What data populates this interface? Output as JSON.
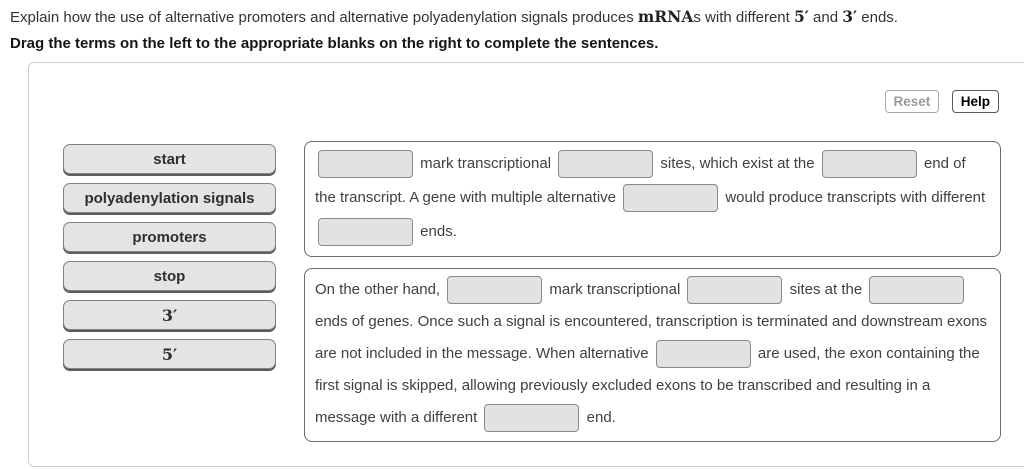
{
  "question": {
    "segments": [
      {
        "text": "Explain how the use of alternative promoters and alternative polyadenylation signals produces ",
        "serif": false
      },
      {
        "text": "mRNA",
        "serif": true
      },
      {
        "text": "s with different ",
        "serif": false
      },
      {
        "text": "5′",
        "serif": true
      },
      {
        "text": " and ",
        "serif": false
      },
      {
        "text": "3′",
        "serif": true
      },
      {
        "text": " ends.",
        "serif": false
      }
    ]
  },
  "drag_instruction": "Drag the terms on the left to the appropriate blanks on the right to complete the sentences.",
  "toolbar": {
    "reset_label": "Reset",
    "reset_disabled": true,
    "help_label": "Help"
  },
  "term_bank": [
    {
      "label": "start",
      "serif": false
    },
    {
      "label": "polyadenylation signals",
      "serif": false
    },
    {
      "label": "promoters",
      "serif": false
    },
    {
      "label": "stop",
      "serif": false
    },
    {
      "label": "3′",
      "serif": true
    },
    {
      "label": "5′",
      "serif": true
    }
  ],
  "sentences": [
    {
      "segments": [
        {
          "blank": true
        },
        {
          "text": " mark transcriptional "
        },
        {
          "blank": true
        },
        {
          "text": " sites, which exist at the "
        },
        {
          "blank": true
        },
        {
          "text": " end of the transcript. A gene with multiple alternative "
        },
        {
          "blank": true
        },
        {
          "text": " would produce transcripts with different "
        },
        {
          "blank": true
        },
        {
          "text": " ends."
        }
      ]
    },
    {
      "segments": [
        {
          "text": "On the other hand, "
        },
        {
          "blank": true
        },
        {
          "text": " mark transcriptional "
        },
        {
          "blank": true
        },
        {
          "text": " sites at the "
        },
        {
          "blank": true
        },
        {
          "text": " ends of genes. Once such a signal is encountered, transcription is terminated and downstream exons are not included in the message. When alternative "
        },
        {
          "blank": true
        },
        {
          "text": " are used, the exon containing the first signal is skipped, allowing previously excluded exons to be transcribed and resulting in a message with a different "
        },
        {
          "blank": true
        },
        {
          "text": " end."
        }
      ]
    }
  ],
  "colors": {
    "panel_border": "#cbcbcb",
    "sentence_box_border": "#6b6b6b",
    "chip_fill": "#e4e4e4",
    "chip_border": "#828282",
    "chip_shadow": "#5c5c5c",
    "blank_fill": "#e2e2e2",
    "blank_border": "#8a8a8a",
    "disabled_button_text": "#9a9a9a"
  }
}
